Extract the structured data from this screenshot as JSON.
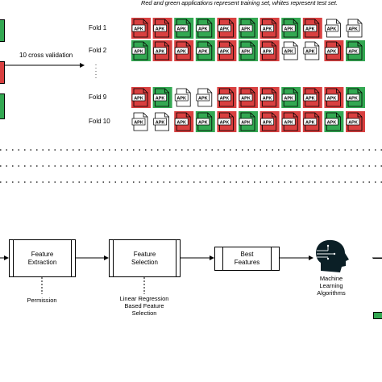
{
  "caption": "Red and green applications represent training set, whites represent test set.",
  "cross_validation_label": "10 cross validation",
  "apk_text": "APK",
  "colors": {
    "red": "#d94040",
    "green": "#33a852",
    "white": "#ffffff",
    "dark": "#0b1f26"
  },
  "folds": [
    {
      "label": "Fold 1",
      "cells": [
        "red",
        "red",
        "green",
        "green",
        "red",
        "green",
        "red",
        "green",
        "red",
        "white",
        "white"
      ]
    },
    {
      "label": "Fold 2",
      "cells": [
        "green",
        "red",
        "red",
        "green",
        "red",
        "green",
        "red",
        "white",
        "white",
        "red",
        "green"
      ]
    },
    {
      "label": "Fold 9",
      "cells": [
        "red",
        "green",
        "white",
        "white",
        "red",
        "red",
        "red",
        "green",
        "red",
        "red",
        "green"
      ]
    },
    {
      "label": "Fold 10",
      "cells": [
        "white",
        "white",
        "red",
        "green",
        "red",
        "green",
        "red",
        "red",
        "red",
        "green",
        "red"
      ]
    }
  ],
  "pipeline": {
    "feature_extraction": "Feature\nExtraction",
    "feature_selection": "Feature\nSelection",
    "best_features": "Best\nFeatures",
    "permission": "Permission",
    "selection_method": "Linear Regression\nBased Feature\nSelection",
    "ml": "Machine\nLearning\nAlgorithms"
  }
}
